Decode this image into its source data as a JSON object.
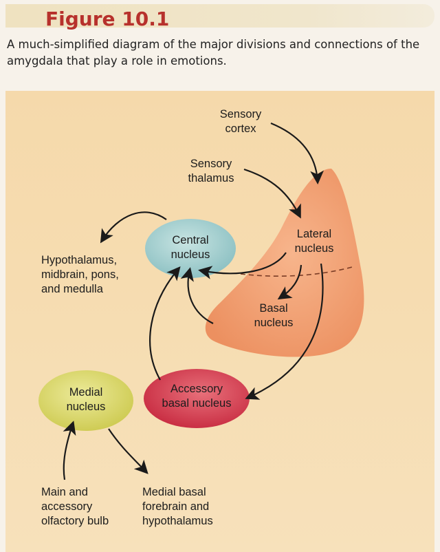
{
  "figure": {
    "title": "Figure 10.1",
    "caption": "A much-simplified diagram of the major divisions and connections of the amygdala that play a role in emotions."
  },
  "labels": {
    "sensory_cortex": "Sensory\ncortex",
    "sensory_thalamus": "Sensory\nthalamus",
    "lateral_nucleus": "Lateral\nnucleus",
    "basal_nucleus": "Basal\nnucleus",
    "central_nucleus": "Central\nnucleus",
    "hypothalamus": "Hypothalamus,\nmidbrain, pons,\nand medulla",
    "accessory_basal": "Accessory\nbasal nucleus",
    "medial_nucleus": "Medial\nnucleus",
    "olfactory": "Main and\naccessory\nolfactory bulb",
    "medial_basal": "Medial basal\nforebrain and\nhypothalamus"
  },
  "colors": {
    "title": "#b7312c",
    "panel": "#f6dcb0",
    "lateral_region": "#f0a072",
    "central_nucleus": "#a8d0d0",
    "accessory_basal": "#d2344a",
    "medial_nucleus": "#dad86a"
  }
}
